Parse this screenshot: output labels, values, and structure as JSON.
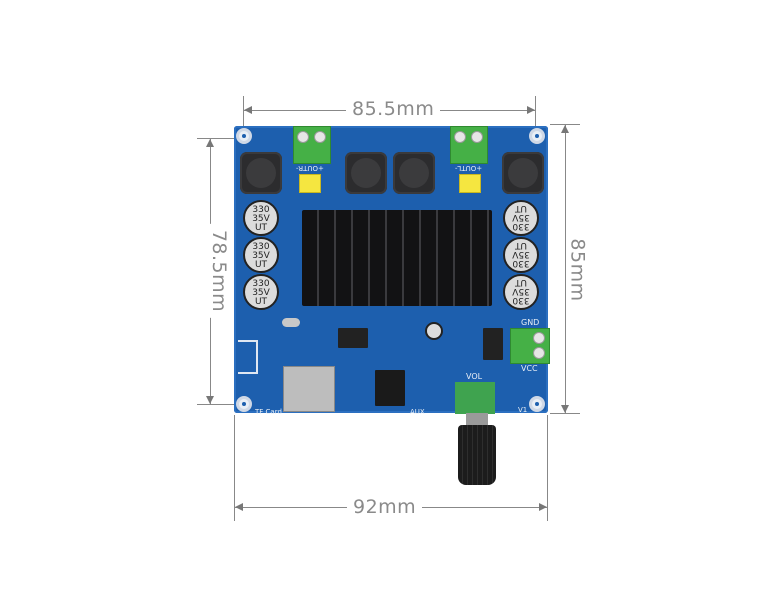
{
  "dimensions": {
    "top_width": "85.5mm",
    "bottom_width": "92mm",
    "left_height": "78.5mm",
    "right_height": "85mm"
  },
  "board": {
    "capacitor_label": [
      "330",
      "35V",
      "UT"
    ],
    "output_left_label": "+OUTR-",
    "output_right_label": "+OUTL-",
    "power_gnd_label": "GND",
    "power_vcc_label": "VCC",
    "volume_label": "VOL",
    "tf_card_label": "TF Card",
    "aux_label": "AUX",
    "v1_label": "V1"
  },
  "colors": {
    "pcb": "#1d5fae",
    "terminal": "#45b046",
    "dimension_line": "#888888"
  }
}
